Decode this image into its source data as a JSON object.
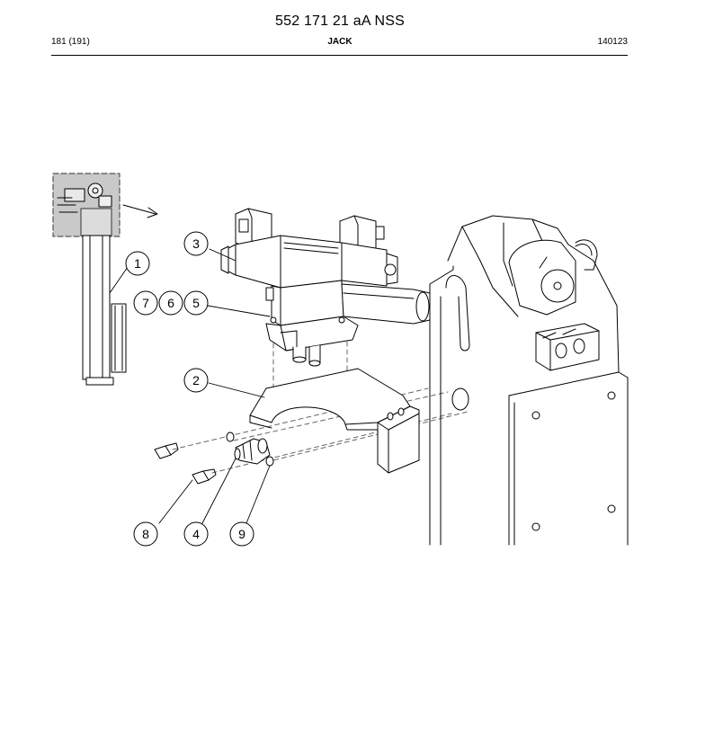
{
  "header": {
    "document_number": "552 171 21 aA NSS",
    "page_ref": "181 (191)",
    "section_title": "JACK",
    "date_code": "140123"
  },
  "callouts": [
    "1",
    "2",
    "3",
    "4",
    "5",
    "6",
    "7",
    "8",
    "9"
  ]
}
